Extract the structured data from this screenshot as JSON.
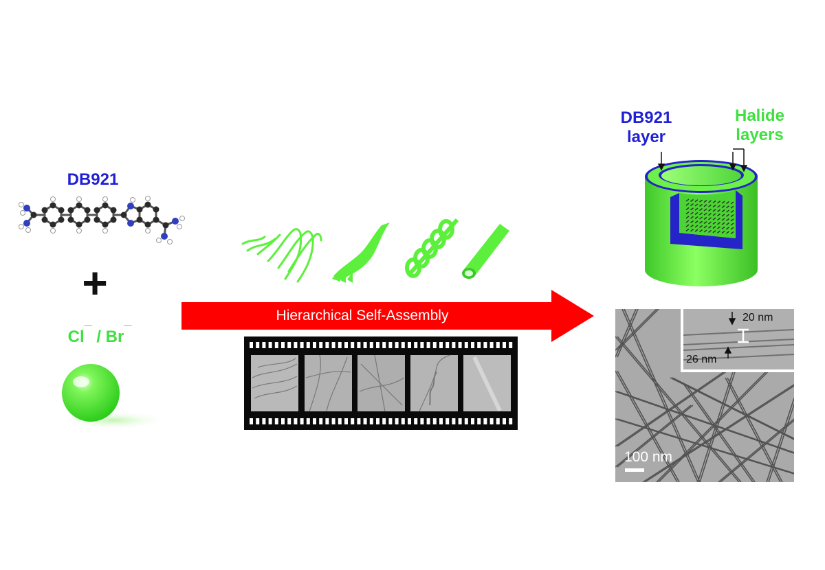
{
  "left": {
    "molecule_label": "DB921",
    "plus": "+",
    "halide_cl": "Cl",
    "halide_sep": " / Br",
    "halide_charge": "¯"
  },
  "arrow": {
    "label": "Hierarchical Self-Assembly",
    "color": "#ff0000"
  },
  "cylinder": {
    "db921_label_line1": "DB921",
    "db921_label_line2": "layer",
    "halide_label_line1": "Halide",
    "halide_label_line2": "layers"
  },
  "tem": {
    "scale_bar": "100 nm",
    "inset_top": "20 nm",
    "inset_bottom": "26 nm"
  },
  "colors": {
    "db921_blue": "#1f1fd6",
    "halide_green": "#5cf03c",
    "arrow_red": "#ff0000",
    "film_black": "#0a0a0a"
  }
}
